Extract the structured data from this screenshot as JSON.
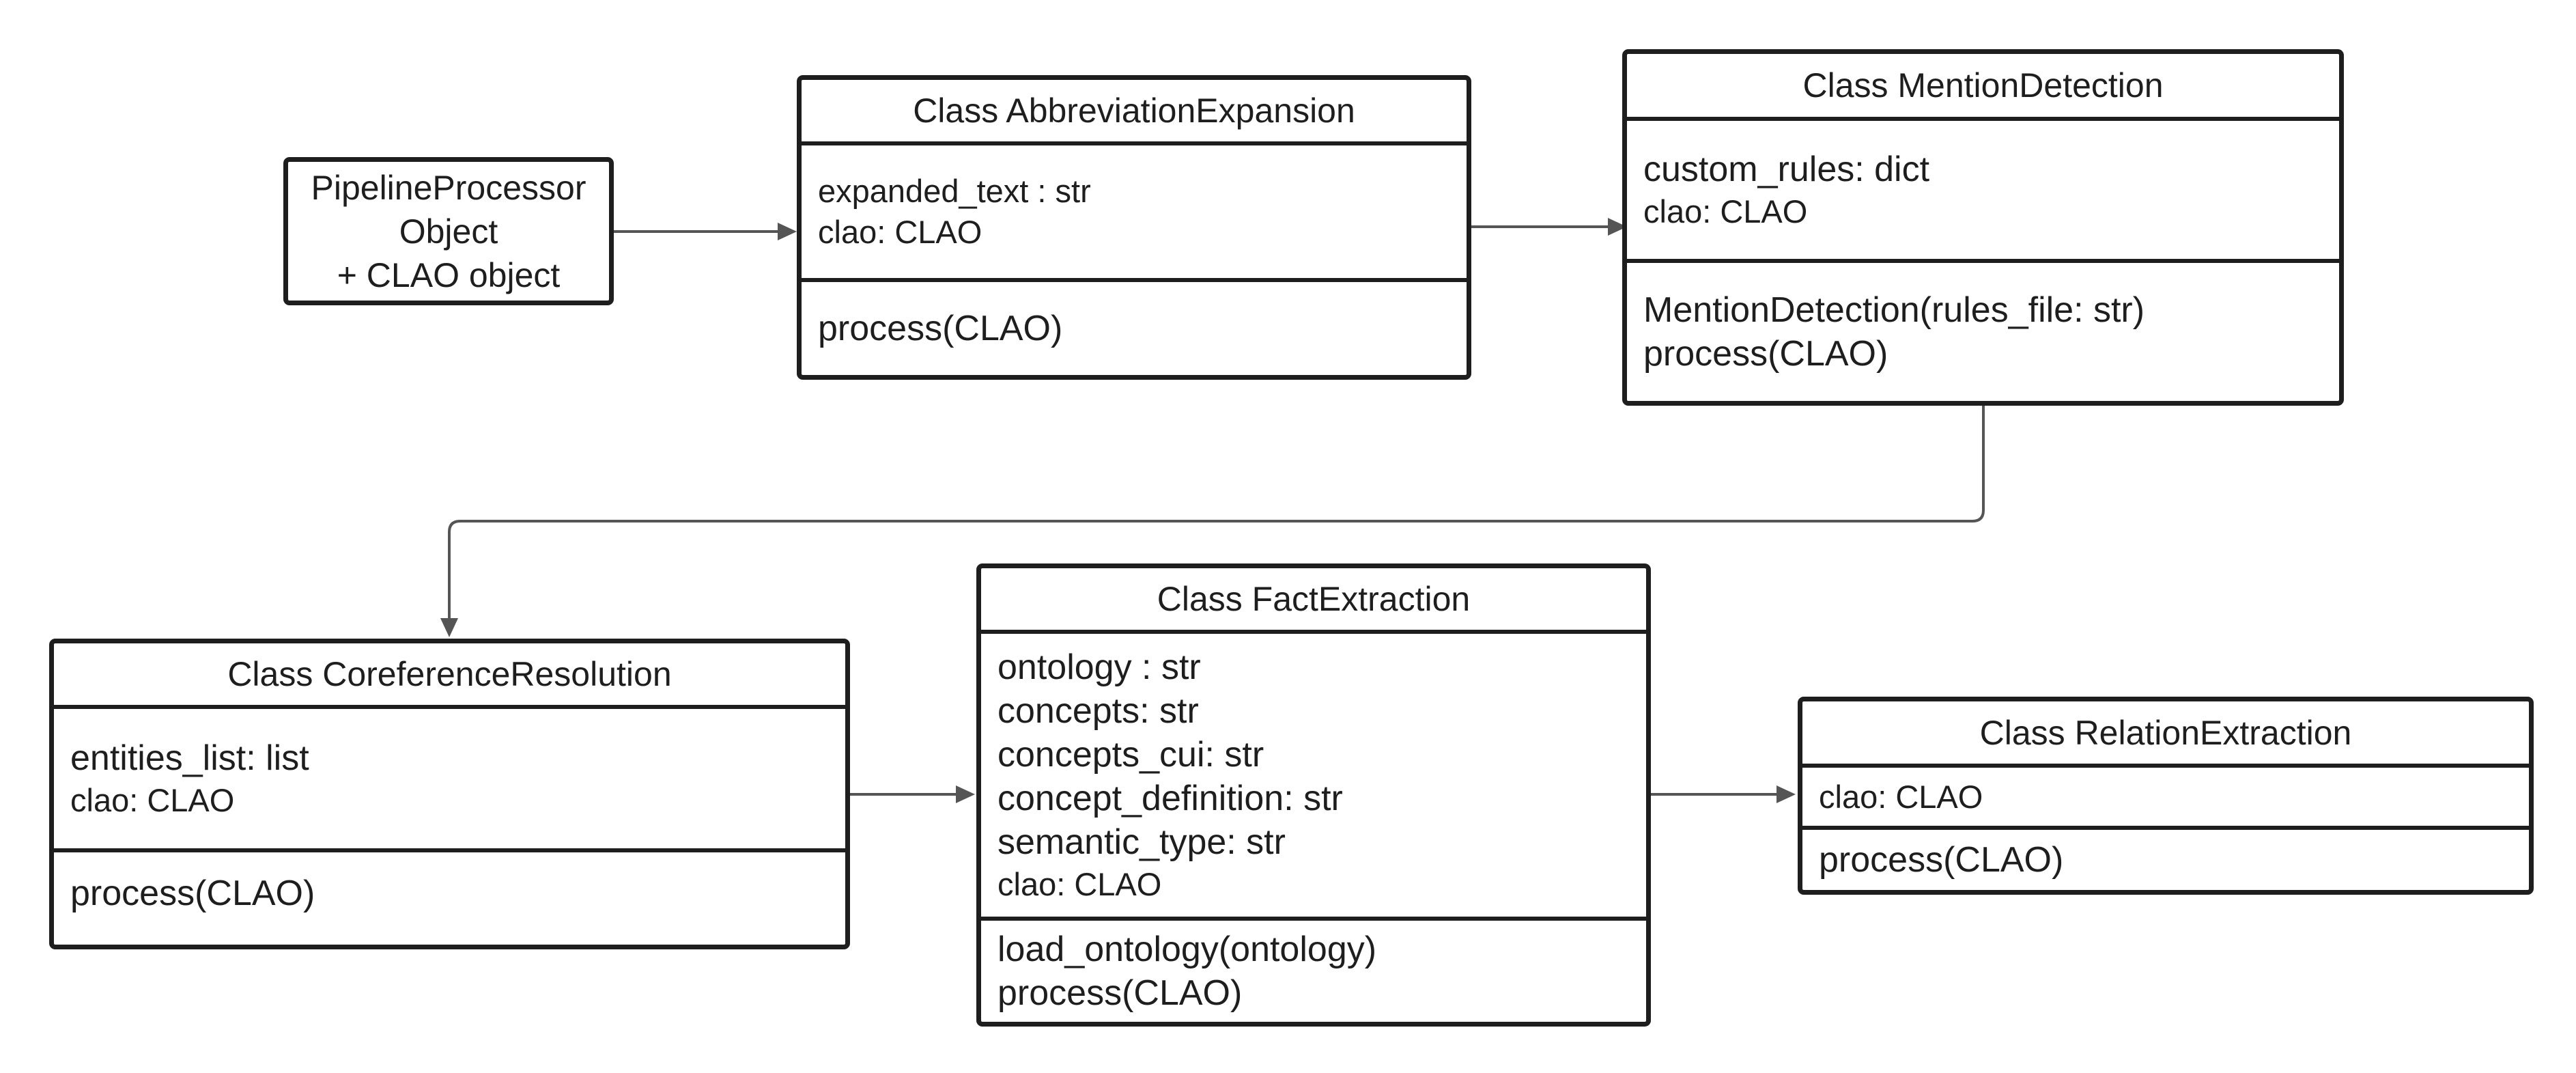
{
  "pipeline": {
    "lines": [
      "PipelineProcessor",
      "Object",
      "+ CLAO object"
    ]
  },
  "abbreviation": {
    "title": "Class AbbreviationExpansion",
    "attributes": [
      "expanded_text : str",
      "clao: CLAO"
    ],
    "methods": [
      "process(CLAO)"
    ]
  },
  "mention": {
    "title": "Class MentionDetection",
    "attributes": [
      "custom_rules: dict",
      "clao: CLAO"
    ],
    "methods": [
      "MentionDetection(rules_file: str)",
      "process(CLAO)"
    ]
  },
  "coreference": {
    "title": "Class CoreferenceResolution",
    "attributes": [
      "entities_list: list",
      "clao: CLAO"
    ],
    "methods": [
      "process(CLAO)"
    ]
  },
  "fact": {
    "title": "Class FactExtraction",
    "attributes": [
      "ontology : str",
      "concepts: str",
      "concepts_cui: str",
      "concept_definition: str",
      "semantic_type: str",
      "clao: CLAO"
    ],
    "methods": [
      "load_ontology(ontology)",
      "process(CLAO)"
    ]
  },
  "relation": {
    "title": "Class RelationExtraction",
    "attributes": [
      "clao: CLAO"
    ],
    "methods": [
      "process(CLAO)"
    ]
  },
  "colors": {
    "border": "#1e1e1e",
    "connector": "#555555",
    "background": "#ffffff"
  }
}
